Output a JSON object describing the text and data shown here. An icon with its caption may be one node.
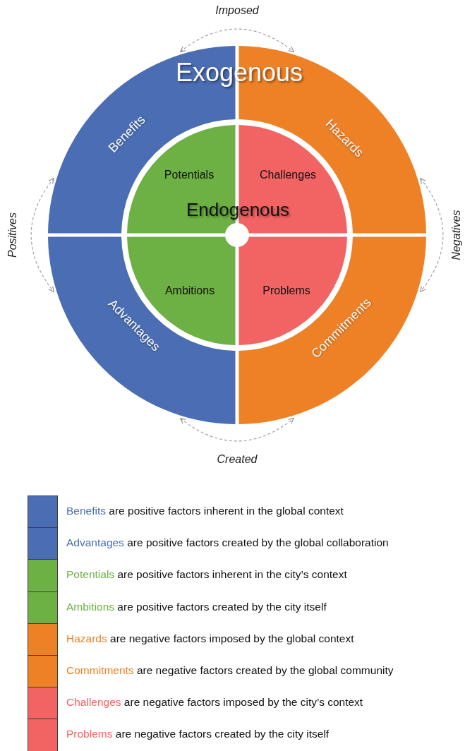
{
  "diagram": {
    "nodes": [
      {
        "text": [
          "Benefits"
        ]
      },
      {
        "text": [
          "Hazards"
        ]
      },
      {
        "text": [
          "Potentials"
        ]
      },
      {
        "text": [
          "Challenges"
        ]
      },
      {
        "text": [
          "Ambitions"
        ]
      },
      {
        "text": [
          "Problems"
        ]
      },
      {
        "text": [
          "Advantages"
        ]
      },
      {
        "text": [
          "Commitments"
        ]
      }
    ],
    "edges": [
      {
        "from": 0,
        "to": 1,
        "arrow": "both",
        "style": "dashed",
        "label": "Imposed"
      },
      {
        "from": 0,
        "to": 6,
        "arrow": "both",
        "style": "dashed",
        "label": "Positives"
      },
      {
        "from": 1,
        "to": 7,
        "arrow": "both",
        "style": "dashed",
        "label": "Negatives"
      },
      {
        "from": 6,
        "to": 7,
        "arrow": "both",
        "style": "dashed",
        "label": "Created"
      }
    ],
    "labels": [
      "Exogenous",
      "Endogenous"
    ],
    "legend": [
      {
        "text": "Benefits are positive factors inherent in the global context",
        "color": "#4a6db3"
      },
      {
        "text": "Advantages are positive factors created by the global collaboration",
        "color": "#4a6db3"
      },
      {
        "text": "Potentials are positive factors inherent in the city’s context",
        "color": "#6db043"
      },
      {
        "text": "Ambitions are positive factors created by the city itself",
        "color": "#6db043"
      },
      {
        "text": "Hazards are negative factors imposed by the global context",
        "color": "#ee8126"
      },
      {
        "text": "Commitments are negative factors created by the global community",
        "color": "#ee8126"
      },
      {
        "text": "Challenges are negative factors imposed by the city’s context",
        "color": "#f26464"
      },
      {
        "text": "Problems are negative factors created by the city itself",
        "color": "#f26464"
      }
    ]
  }
}
